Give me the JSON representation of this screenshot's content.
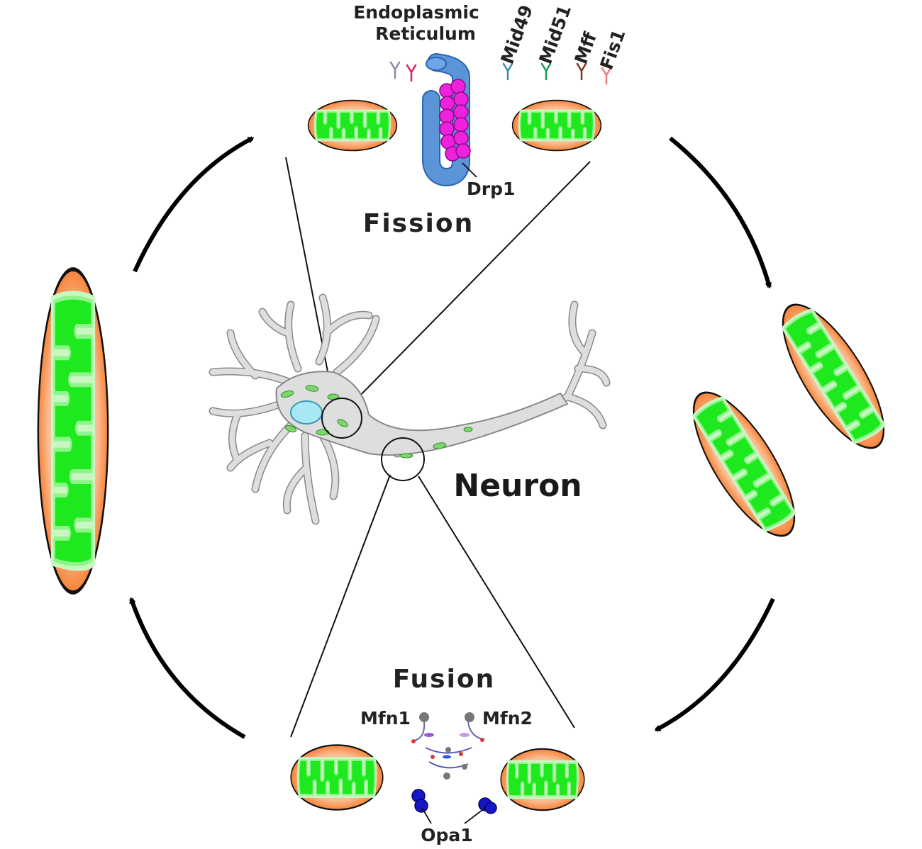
{
  "colors": {
    "outer_membrane": "#f6843a",
    "outer_glow": "#fcd2b4",
    "matrix_green": "#1ee81e",
    "cristae_fill": "#f2fff0",
    "er_blue": "#5b95d8",
    "drp1_magenta": "#ee22dd",
    "opa1_blue": "#1616c8",
    "mfn_grey": "#888888",
    "neuron_grey": "#dedede",
    "nucleus_cyan": "#a8e8f5",
    "arrow": "#000000"
  },
  "labels": {
    "fission": "Fission",
    "fusion": "Fusion",
    "neuron": "Neuron",
    "er_line1": "Endoplasmic",
    "er_line2": "Reticulum",
    "drp1": "Drp1",
    "mid49": "Mid49",
    "mid51": "Mid51",
    "mff": "Mff",
    "fis1": "Fis1",
    "mfn1": "Mfn1",
    "mfn2": "Mfn2",
    "opa1": "Opa1"
  },
  "icons": [
    "mitochondrion-icon",
    "neuron-icon",
    "endoplasmic-reticulum-icon",
    "receptor-icon",
    "arrow-icon"
  ]
}
